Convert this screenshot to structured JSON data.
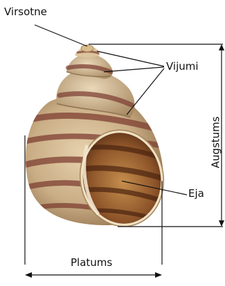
{
  "labels": {
    "apex": "Virsotne",
    "whorls": "Vijumi",
    "height": "Augstums",
    "aperture": "Eja",
    "width": "Platums"
  },
  "colors": {
    "shell_base": "#c9ad85",
    "shell_stripe": "#8a4a3a",
    "aperture_inner": "#6e3f22",
    "lines": "#111111"
  }
}
